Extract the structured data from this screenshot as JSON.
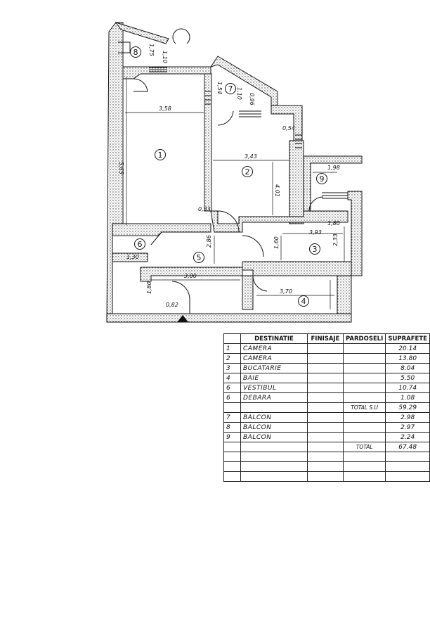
{
  "plan": {
    "room_numbers": [
      "1",
      "2",
      "3",
      "4",
      "5",
      "6",
      "7",
      "8",
      "9"
    ],
    "dimensions": [
      "3,58",
      "5,65",
      "3,43",
      "4,01",
      "1,98",
      "1,80",
      "3,93",
      "2,33",
      "1,60",
      "2,86",
      "3,80",
      "1,80",
      "3,70",
      "1,75",
      "1,10",
      "1,54",
      "1,10",
      "0,96",
      "0,54",
      "0,33",
      "1,30",
      "0,82"
    ]
  },
  "table": {
    "headers": [
      "DESTINATIE",
      "FINISAJE",
      "PARDOSELI",
      "SUPRAFETE"
    ],
    "rows": [
      {
        "nr": "1",
        "dest": "CAMERA",
        "pard": "",
        "sup": "20.14"
      },
      {
        "nr": "2",
        "dest": "CAMERA",
        "pard": "",
        "sup": "13.80"
      },
      {
        "nr": "3",
        "dest": "BUCATARIE",
        "pard": "",
        "sup": "8.04"
      },
      {
        "nr": "4",
        "dest": "BAIE",
        "pard": "",
        "sup": "5.50"
      },
      {
        "nr": "6",
        "dest": "VESTIBUL",
        "pard": "",
        "sup": "10.74"
      },
      {
        "nr": "6",
        "dest": "DEBARA",
        "pard": "",
        "sup": "1.08"
      },
      {
        "nr": "",
        "dest": "",
        "pard": "TOTAL S.U",
        "sup": "59.29"
      },
      {
        "nr": "7",
        "dest": "BALCON",
        "pard": "",
        "sup": "2.98"
      },
      {
        "nr": "8",
        "dest": "BALCON",
        "pard": "",
        "sup": "2.97"
      },
      {
        "nr": "9",
        "dest": "BALCON",
        "pard": "",
        "sup": "2.24"
      },
      {
        "nr": "",
        "dest": "",
        "pard": "TOTAL",
        "sup": "67.48"
      },
      {
        "nr": "",
        "dest": "",
        "pard": "",
        "sup": ""
      },
      {
        "nr": "",
        "dest": "",
        "pard": "",
        "sup": ""
      },
      {
        "nr": "",
        "dest": "",
        "pard": "",
        "sup": ""
      }
    ]
  }
}
